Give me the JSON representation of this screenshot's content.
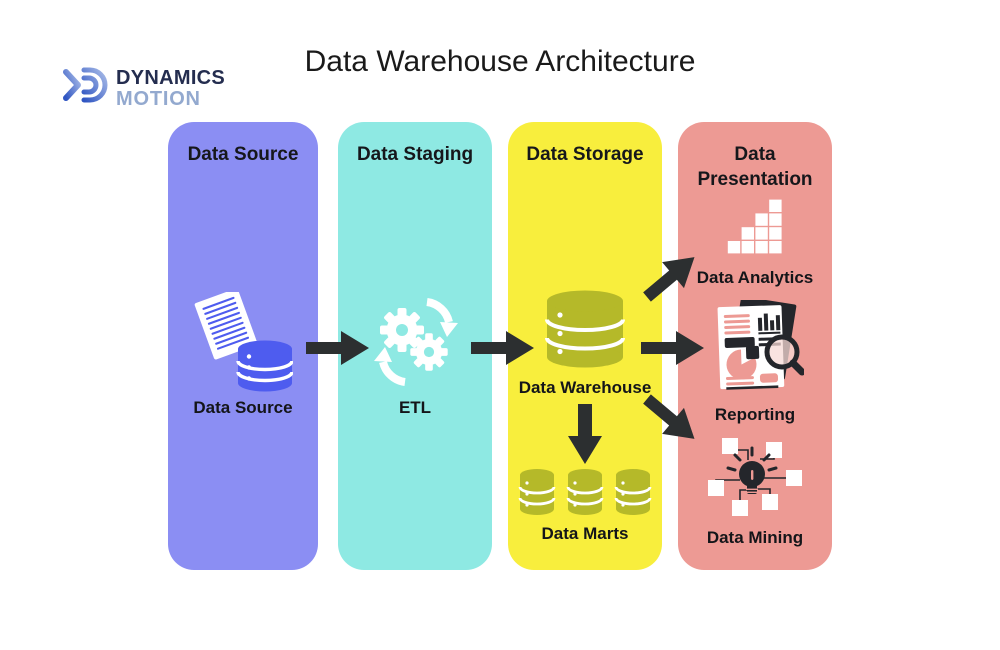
{
  "logo": {
    "line1": "DYNAMICS",
    "line2": "MOTION"
  },
  "title": "Data Warehouse Architecture",
  "columns": [
    {
      "header": "Data Source",
      "color": "#8B8EF3",
      "items": [
        {
          "icon": "documents-database-icon",
          "label": "Data Source"
        }
      ]
    },
    {
      "header": "Data Staging",
      "color": "#8EE9E3",
      "items": [
        {
          "icon": "gears-sync-icon",
          "label": "ETL"
        }
      ]
    },
    {
      "header": "Data Storage",
      "color": "#F8EE3D",
      "items": [
        {
          "icon": "database-icon",
          "label": "Data Warehouse"
        },
        {
          "icon": "database-group-icon",
          "label": "Data Marts"
        }
      ]
    },
    {
      "header": "Data Presentation",
      "color": "#ED9A94",
      "items": [
        {
          "icon": "bar-chart-icon",
          "label": "Data Analytics"
        },
        {
          "icon": "report-magnifier-icon",
          "label": "Reporting"
        },
        {
          "icon": "lightbulb-network-icon",
          "label": "Data Mining"
        }
      ]
    }
  ],
  "flows": [
    "Data Source → Data Staging",
    "Data Staging → Data Storage",
    "Data Warehouse → Data Analytics",
    "Data Warehouse → Reporting",
    "Data Warehouse → Data Mining",
    "Data Warehouse → Data Marts"
  ],
  "colors": {
    "column_source": "#8B8EF3",
    "column_staging": "#8EE9E3",
    "column_storage": "#F8EE3D",
    "column_presentation": "#ED9A94",
    "arrow": "#2C2F30",
    "database_blue": "#4E5CEF",
    "database_olive": "#B5B929",
    "icon_dark": "#24262B",
    "logo_dark": "#242D4F",
    "logo_light": "#93A9CF"
  }
}
